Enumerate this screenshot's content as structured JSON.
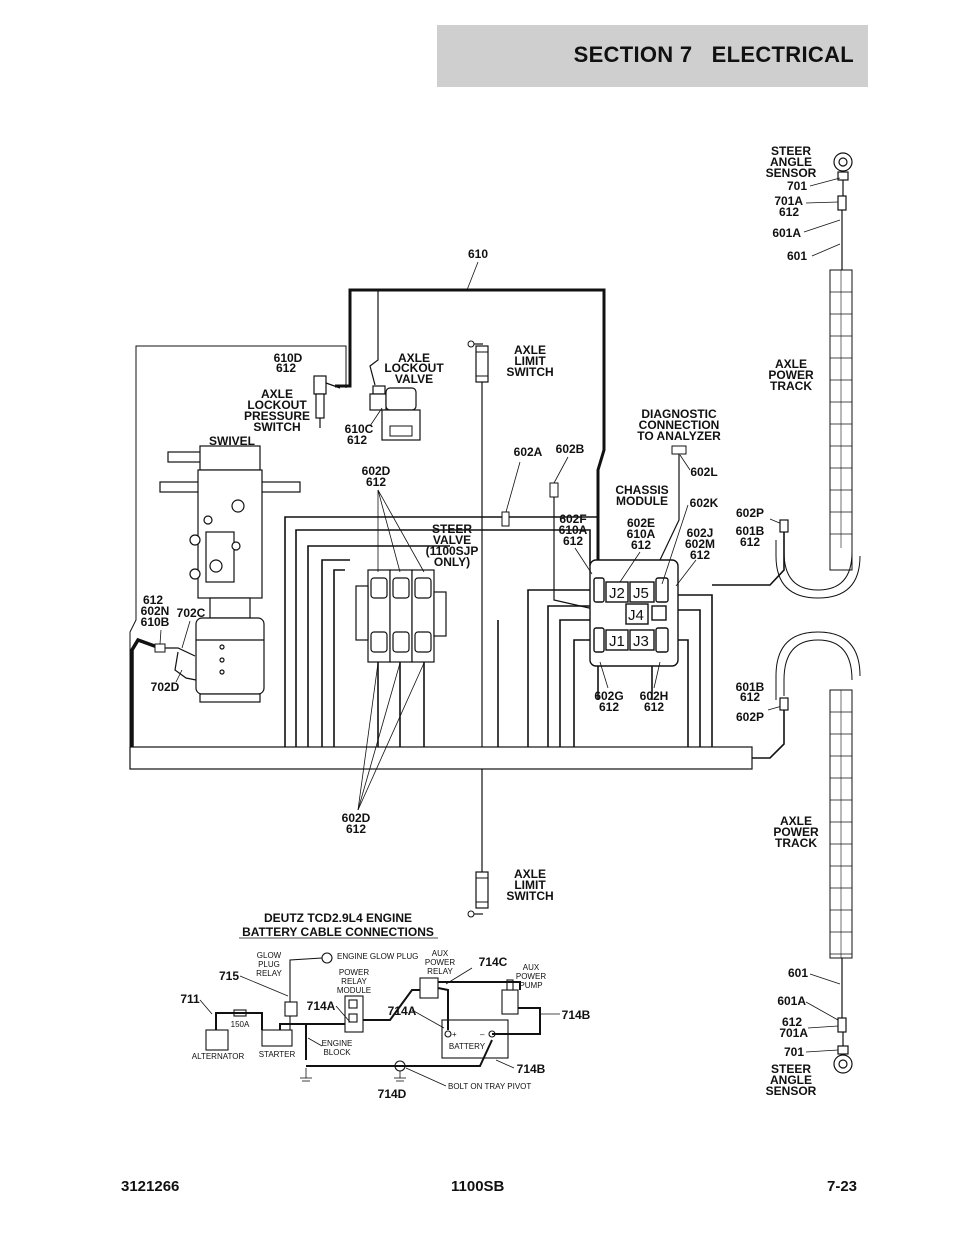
{
  "header": {
    "section_title": "SECTION 7   ELECTRICAL"
  },
  "labels": {
    "steer_angle_sensor_top": [
      "STEER",
      "ANGLE",
      "SENSOR"
    ],
    "w701_top": "701",
    "w701a_top": "701A",
    "w612_top": "612",
    "w601a_top": "601A",
    "w601_top": "601",
    "w610": "610",
    "w610d": "610D",
    "w612_610d": "612",
    "axle_lockout_valve": [
      "AXLE",
      "LOCKOUT",
      "VALVE"
    ],
    "axle_limit_switch_top": [
      "AXLE",
      "LIMIT",
      "SWITCH"
    ],
    "axle_power_track_top": [
      "AXLE",
      "POWER",
      "TRACK"
    ],
    "axle_lockout_pressure_switch": [
      "AXLE",
      "LOCKOUT",
      "PRESSURE",
      "SWITCH"
    ],
    "w610c": "610C",
    "w612_610c": "612",
    "diagnostic_connection": [
      "DIAGNOSTIC",
      "CONNECTION",
      "TO ANALYZER"
    ],
    "swivel": "SWIVEL",
    "w602d_top": "602D",
    "w612_602d_top": "612",
    "w602a": "602A",
    "w602b": "602B",
    "w602l": "602L",
    "chassis_module": [
      "CHASSIS",
      "MODULE"
    ],
    "w602k": "602K",
    "w602p_top": "602P",
    "w601b_top": "601B",
    "w612_601b_top": "612",
    "steer_valve": [
      "STEER",
      "VALVE",
      "(1100SJP",
      "ONLY)"
    ],
    "w602f_group": [
      "602F",
      "610A",
      "612"
    ],
    "w602e_group": [
      "602E",
      "610A",
      "612"
    ],
    "w602j_group": [
      "602J",
      "602M",
      "612"
    ],
    "connectors": {
      "j1": "J1",
      "j2": "J2",
      "j3": "J3",
      "j4": "J4",
      "j5": "J5"
    },
    "w612_left": "612",
    "w602n": "602N",
    "w610b": "610B",
    "w702c": "702C",
    "w702d": "702D",
    "w602g_group": [
      "602G",
      "612"
    ],
    "w602h_group": [
      "602H",
      "612"
    ],
    "w601b_bottom": "601B",
    "w612_601b_bottom": "612",
    "w602p_bottom": "602P",
    "w602d_bottom": "602D",
    "w612_602d_bottom": "612",
    "axle_power_track_bottom": [
      "AXLE",
      "POWER",
      "TRACK"
    ],
    "axle_limit_switch_bottom": [
      "AXLE",
      "LIMIT",
      "SWITCH"
    ],
    "w601_bottom": "601",
    "w601a_bottom": "601A",
    "w612_bottom": "612",
    "w701a_bottom": "701A",
    "w701_bottom": "701",
    "steer_angle_sensor_bottom": [
      "STEER",
      "ANGLE",
      "SENSOR"
    ]
  },
  "battery_inset": {
    "title": [
      "DEUTZ  TCD2.9L4 ENGINE",
      "BATTERY CABLE CONNECTIONS"
    ],
    "glow_plug_relay": [
      "GLOW",
      "PLUG",
      "RELAY"
    ],
    "engine_glow_plug": "ENGINE GLOW PLUG",
    "aux_power_relay": [
      "AUX",
      "POWER",
      "RELAY"
    ],
    "w714c": "714C",
    "aux_power_pump": [
      "AUX",
      "POWER",
      "PUMP"
    ],
    "w715": "715",
    "power_relay_module": [
      "POWER",
      "RELAY",
      "MODULE"
    ],
    "w711": "711",
    "w714a_left": "714A",
    "w714a_right": "714A",
    "w714b_right": "714B",
    "fuse_150a": "150A",
    "battery": "BATTERY",
    "alternator": "ALTERNATOR",
    "starter": "STARTER",
    "engine_block": [
      "ENGINE",
      "BLOCK"
    ],
    "w714b_bottom": "714B",
    "w714d": "714D",
    "bolt_on_tray_pivot": "BOLT ON TRAY PIVOT",
    "plus": "+",
    "minus": "–"
  },
  "footer": {
    "doc_number": "3121266",
    "model": "1100SB",
    "page": "7-23"
  }
}
